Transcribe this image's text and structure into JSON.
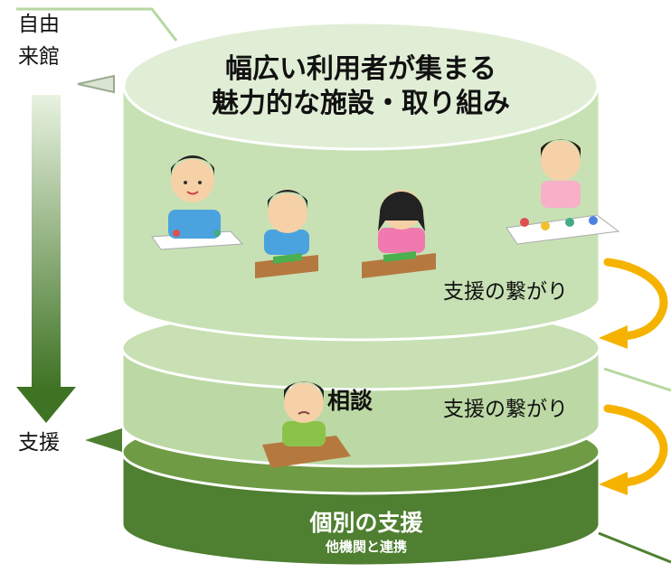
{
  "left_labels": {
    "top_line1": "自由",
    "top_line2": "来館",
    "bottom": "支援"
  },
  "top_layer": {
    "title_line1": "幅広い利用者が集まる",
    "title_line2": "魅力的な施設・取り組み"
  },
  "middle_layer": {
    "label": "相談"
  },
  "bottom_layer": {
    "title": "個別の支援",
    "subtitle": "他機関と連携"
  },
  "connections": [
    {
      "label": "支援の繋がり"
    },
    {
      "label": "支援の繋がり"
    }
  ],
  "colors": {
    "light_green": "#c5e0b4",
    "light_green_top": "#e2efd9",
    "mid_green": "#a9d18e",
    "dark_green": "#548235",
    "arrow_gradient_top": "#e2efd9",
    "arrow_gradient_bottom": "#3a6b22",
    "connector_arrow": "#f5b300"
  }
}
